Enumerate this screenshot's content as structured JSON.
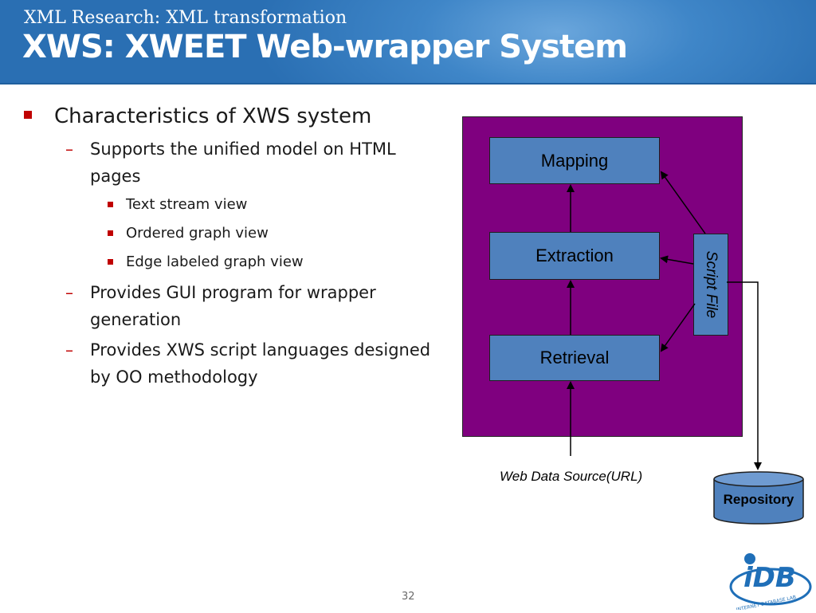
{
  "header": {
    "subtitle": "XML Research: XML transformation",
    "title": "XWS: XWEET Web-wrapper System"
  },
  "content": {
    "bullets": [
      {
        "level": 1,
        "text": "Characteristics of XWS system"
      },
      {
        "level": 2,
        "text": "Supports the unified model on HTML pages"
      },
      {
        "level": 3,
        "text": "Text stream view"
      },
      {
        "level": 3,
        "text": "Ordered graph view"
      },
      {
        "level": 3,
        "text": "Edge labeled graph view"
      },
      {
        "level": 2,
        "text": "Provides GUI program for wrapper generation"
      },
      {
        "level": 2,
        "text": "Provides XWS script languages designed by OO methodology"
      }
    ]
  },
  "diagram": {
    "mapping": "Mapping",
    "extraction": "Extraction",
    "retrieval": "Retrieval",
    "script_file": "Script File",
    "web_source": "Web Data Source(URL)",
    "repository": "Repository"
  },
  "footer": {
    "page_number": "32",
    "logo_text": "iDB",
    "logo_ring": "INTERNET DATABASE LAB"
  },
  "colors": {
    "header": "#2a6fb3",
    "bullet_marker": "#c00000",
    "box_fill": "#4f81bd",
    "container_fill": "#7f007f"
  }
}
